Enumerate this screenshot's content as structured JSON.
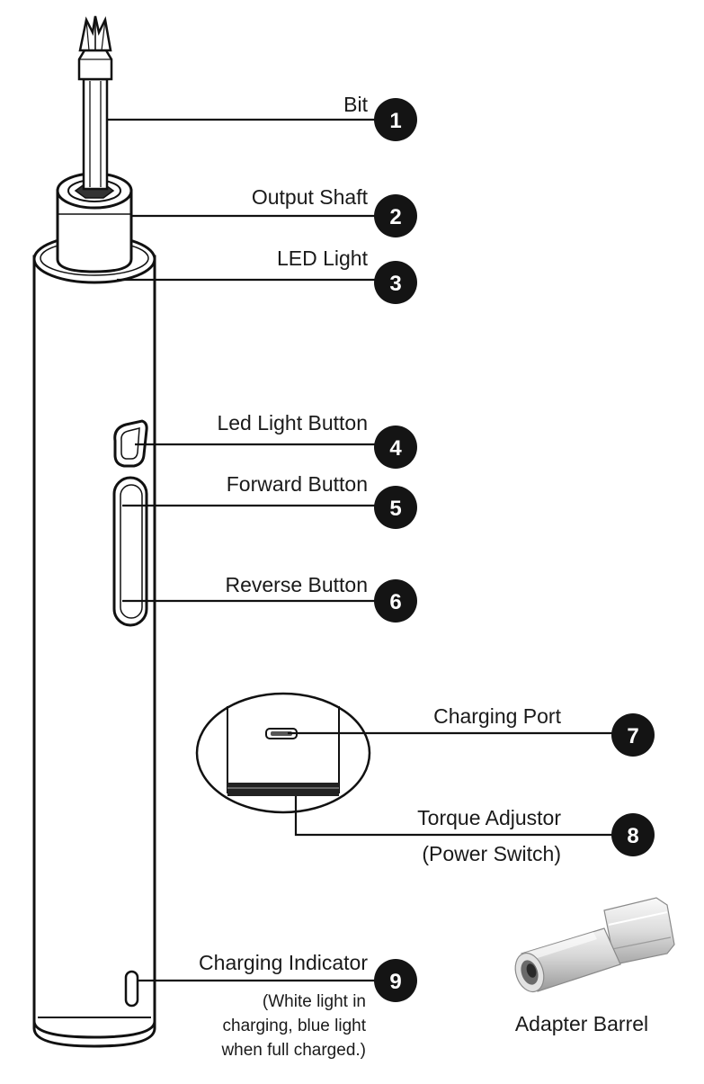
{
  "callouts": [
    {
      "number": "1",
      "label": "Bit"
    },
    {
      "number": "2",
      "label": "Output Shaft"
    },
    {
      "number": "3",
      "label": "LED Light"
    },
    {
      "number": "4",
      "label": "Led Light Button"
    },
    {
      "number": "5",
      "label": "Forward Button"
    },
    {
      "number": "6",
      "label": "Reverse Button"
    },
    {
      "number": "7",
      "label": "Charging Port"
    },
    {
      "number": "8",
      "label": "Torque Adjustor",
      "sublabel": "(Power Switch)"
    },
    {
      "number": "9",
      "label": "Charging Indicator"
    }
  ],
  "charging_note": [
    "(White light in",
    "charging, blue light",
    "when full charged.)"
  ],
  "accessory": {
    "label": "Adapter Barrel"
  },
  "colors": {
    "ink": "#111111",
    "badge": "#141414",
    "background": "#ffffff"
  }
}
